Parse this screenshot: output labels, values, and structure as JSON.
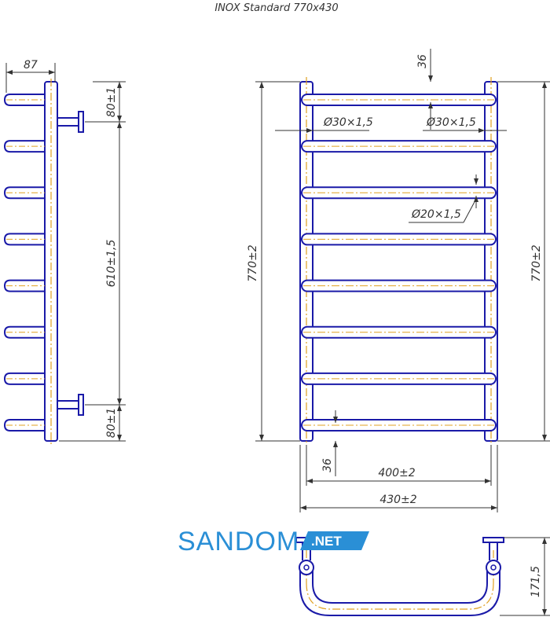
{
  "title": "INOX Standard 770x430",
  "colors": {
    "outline": "#1a1aa8",
    "centerline": "#e0a020",
    "dimension": "#333333",
    "logo_blue": "#2a8fd6"
  },
  "side_view": {
    "depth_label": "87",
    "top_offset_label": "80±1",
    "mount_spacing_label": "610±1,5",
    "bottom_offset_label": "80±1",
    "rung_count": 8
  },
  "front_view": {
    "height_left_label": "770±2",
    "height_right_label": "770±2",
    "top_gap_label": "36",
    "bottom_gap_label": "36",
    "pipe_left_label": "Ø30×1,5",
    "pipe_right_label": "Ø30×1,5",
    "rung_pipe_label": "Ø20×1,5",
    "inner_width_label": "400±2",
    "outer_width_label": "430±2",
    "rung_count": 8
  },
  "top_view": {
    "depth_label": "171,5"
  },
  "logo": {
    "brand": "SANDOM",
    "suffix": ".NET"
  }
}
